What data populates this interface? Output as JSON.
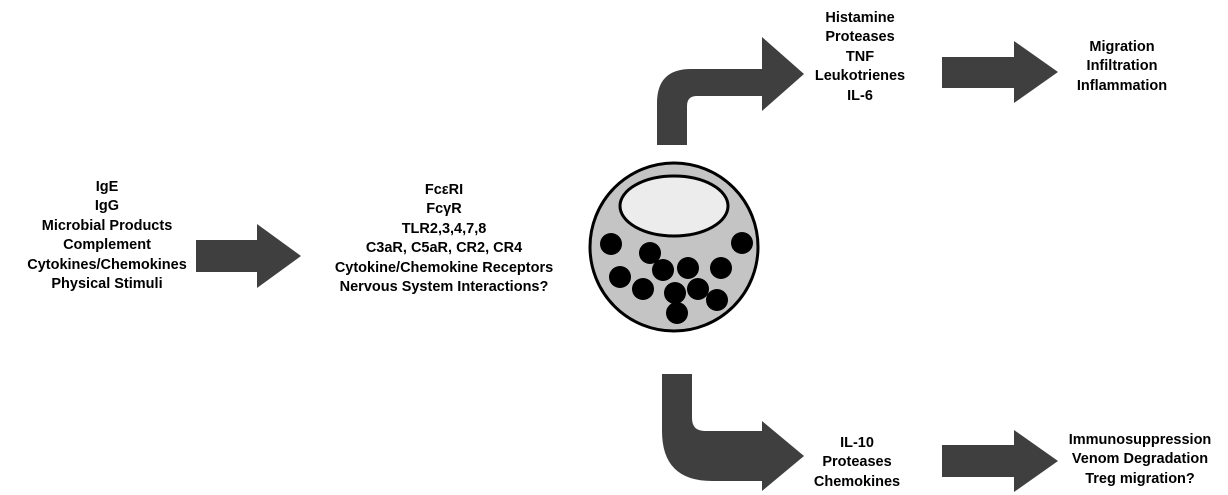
{
  "colors": {
    "arrow": "#3f3f3f",
    "cell_outer_fill": "#c4c4c4",
    "cell_outer_stroke": "#000000",
    "nucleus_fill": "#ececec",
    "granule": "#000000",
    "text": "#000000"
  },
  "stimuli": {
    "lines": [
      "IgE",
      "IgG",
      "Microbial Products",
      "Complement",
      "Cytokines/Chemokines",
      "Physical Stimuli"
    ]
  },
  "receptors": {
    "lines": [
      "FcεRI",
      "FcγR",
      "TLR2,3,4,7,8",
      "C3aR, C5aR, CR2, CR4",
      "Cytokine/Chemokine Receptors",
      "Nervous System Interactions?"
    ]
  },
  "pro_inflammatory_mediators": {
    "lines": [
      "Histamine",
      "Proteases",
      "TNF",
      "Leukotrienes",
      "IL-6"
    ]
  },
  "pro_inflammatory_outcomes": {
    "lines": [
      "Migration",
      "Infiltration",
      "Inflammation"
    ]
  },
  "anti_inflammatory_mediators": {
    "lines": [
      "IL-10",
      "Proteases",
      "Chemokines"
    ]
  },
  "anti_inflammatory_outcomes": {
    "lines": [
      "Immunosuppression",
      "Venom Degradation",
      "Treg migration?"
    ]
  }
}
